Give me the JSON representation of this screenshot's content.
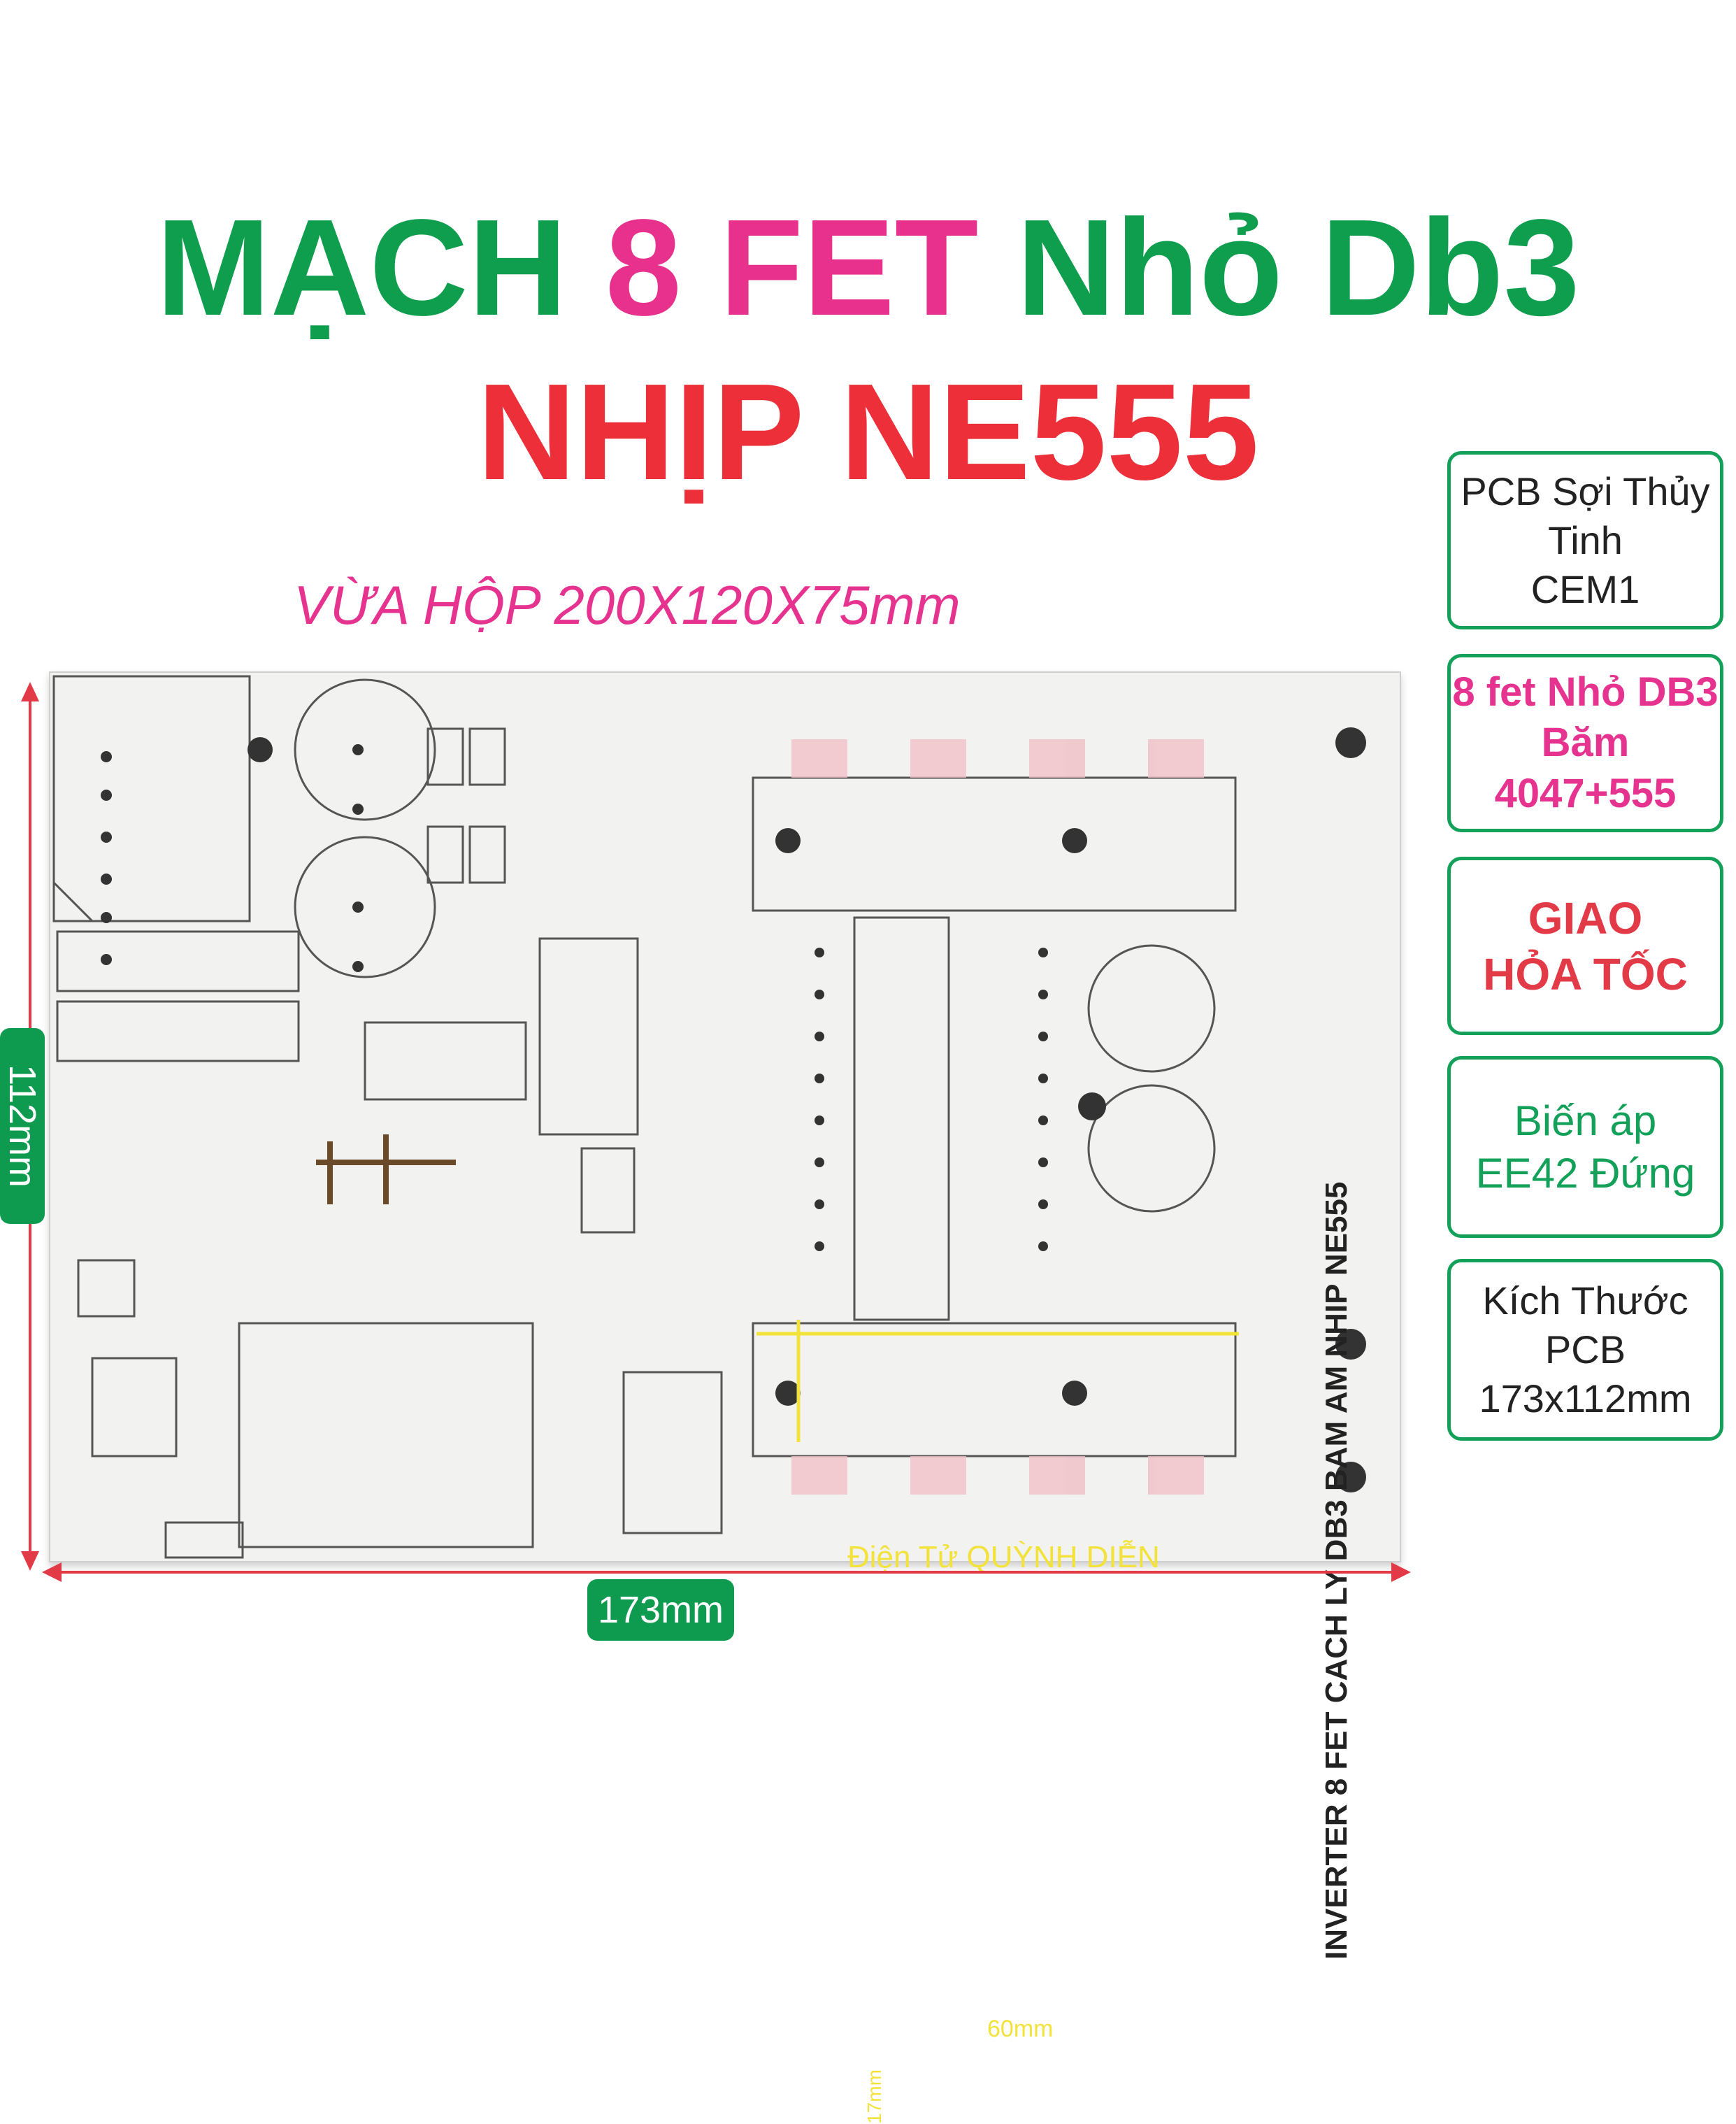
{
  "title": {
    "line1_part1": "MẠCH ",
    "line1_part2": "8 FET",
    "line1_part3": " Nhỏ Db3",
    "line2": "NHỊP NE555"
  },
  "subtitle": "VỪA HỘP 200X120X75mm",
  "dimensions": {
    "height_label": "112mm",
    "width_label": "173mm"
  },
  "board": {
    "brand": "Điện Tử QUỲNH DIỄN",
    "label": "INVERTER 8 FET CACH LY DB3 BAM AM NHIP NE555",
    "measure_60": "60mm",
    "measure_17": "17mm"
  },
  "badges": [
    {
      "line1": "PCB  Sợi Thủy Tinh",
      "line2": "CEM1"
    },
    {
      "line1": "8 fet Nhỏ DB3",
      "line2": "Băm 4047+555"
    },
    {
      "line1": "GIAO",
      "line2": "HỎA TỐC"
    },
    {
      "line1": "Biến áp",
      "line2": "EE42 Đứng"
    },
    {
      "line1": "Kích Thước PCB",
      "line2": "173x112mm"
    }
  ],
  "colors": {
    "green": "#0f9d4e",
    "pink": "#e8318d",
    "red": "#ec2f38"
  }
}
